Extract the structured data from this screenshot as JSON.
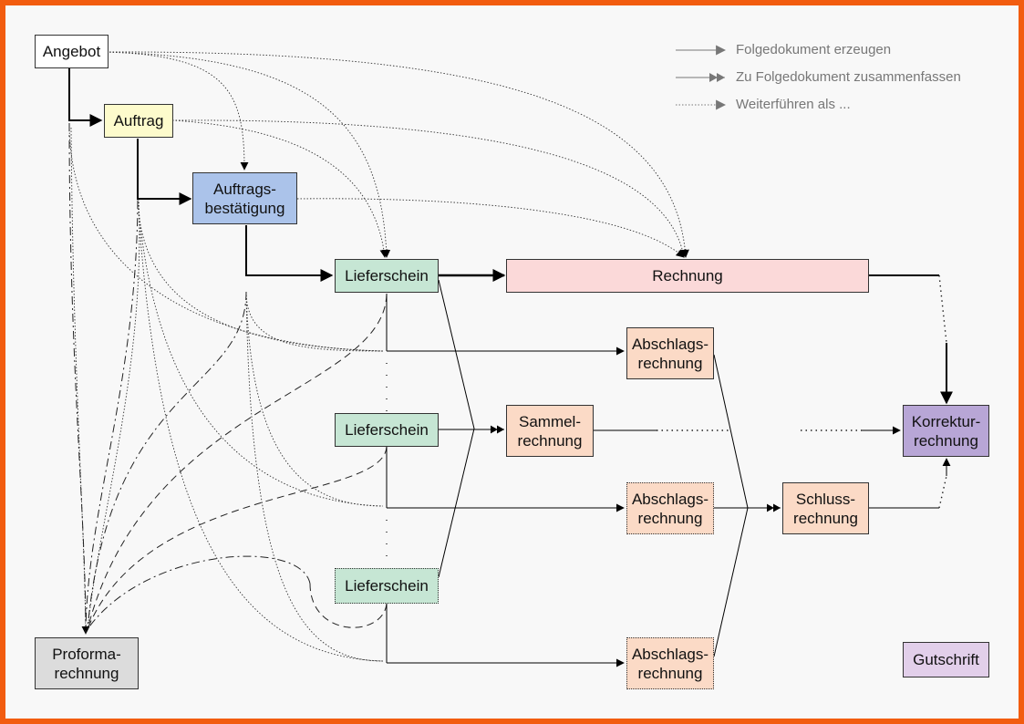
{
  "nodes": {
    "angebot": "Angebot",
    "auftrag": "Auftrag",
    "auftragsbestaetigung": "Auftrags-\nbestätigung",
    "lieferschein_1": "Lieferschein",
    "lieferschein_2": "Lieferschein",
    "lieferschein_3": "Lieferschein",
    "rechnung": "Rechnung",
    "abschlag_1": "Abschlags-\nrechnung",
    "abschlag_2": "Abschlags-\nrechnung",
    "abschlag_3": "Abschlags-\nrechnung",
    "sammelrechnung": "Sammel-\nrechnung",
    "schlussrechnung": "Schluss-\nrechnung",
    "korrekturrechnung": "Korrektur-\nrechnung",
    "proformarechnung": "Proforma-\nrechnung",
    "gutschrift": "Gutschrift"
  },
  "legend": {
    "create": "Folgedokument erzeugen",
    "merge": "Zu Folgedokument zusammenfassen",
    "continue": "Weiterführen als ..."
  },
  "colors": {
    "frame": "#f25c0f",
    "angebot": "#ffffff",
    "auftrag": "#fdfbcc",
    "auftragsbestaetigung": "#abc3ea",
    "lieferschein": "#c6e6d4",
    "rechnung": "#fbd9d9",
    "abschlag": "#fbdac6",
    "korrektur": "#b8a6d6",
    "proforma": "#dcdcdc",
    "gutschrift": "#e2cfea"
  }
}
